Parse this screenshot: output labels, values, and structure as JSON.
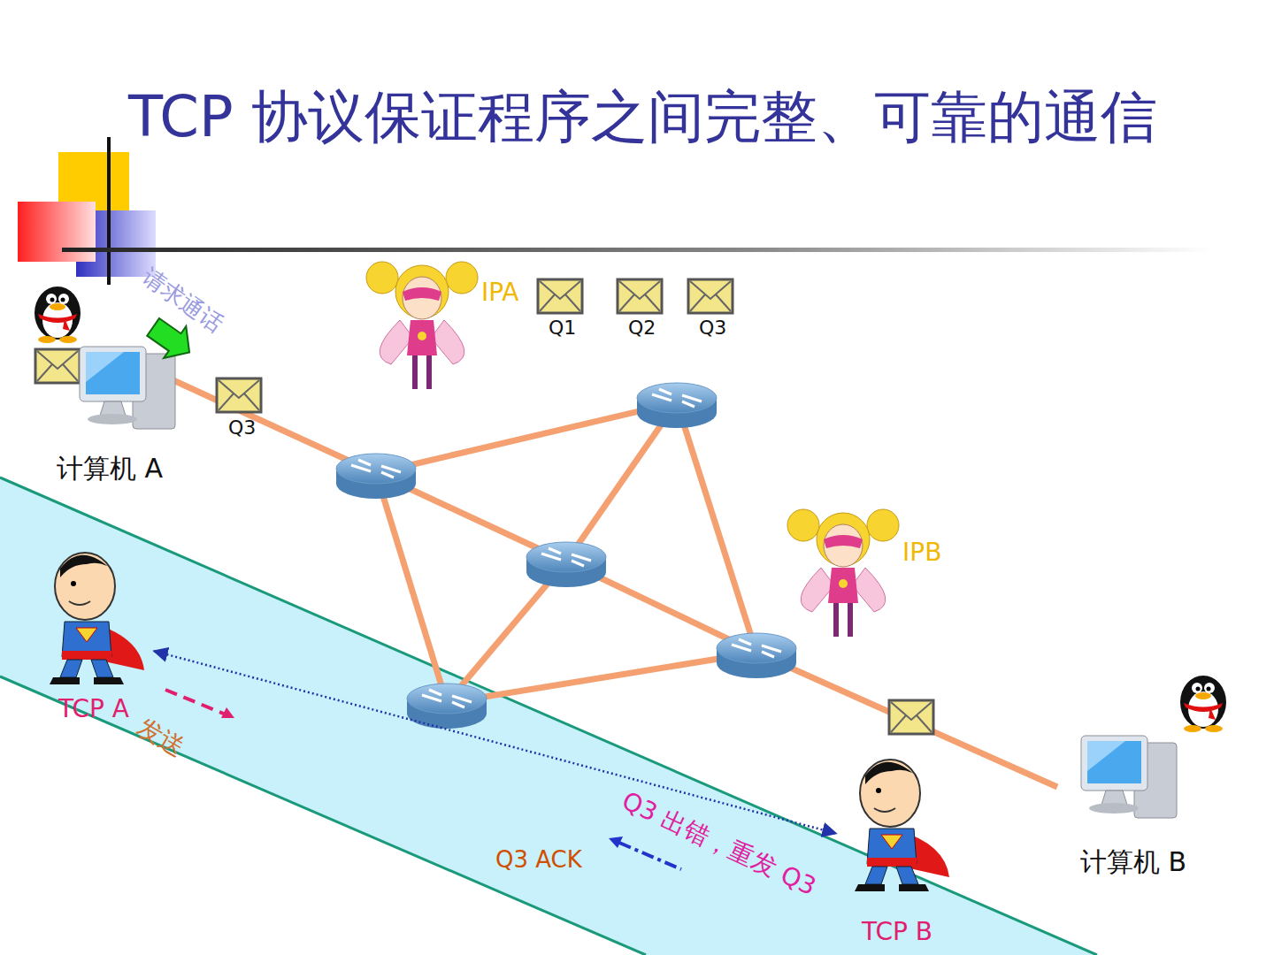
{
  "diagram": {
    "title": "TCP 协议保证程序之间完整、可靠的通信",
    "nodes": [
      {
        "text": [
          "计算机 A"
        ]
      },
      {
        "text": [
          "计算机 B"
        ]
      },
      {
        "text": [
          "TCP A"
        ]
      },
      {
        "text": [
          "TCP B"
        ]
      }
    ],
    "edges": [
      {
        "from": 2,
        "to": 3,
        "arrow": "both"
      }
    ],
    "labels": [
      "请求通话",
      "IPA",
      "Q1",
      "Q2",
      "Q3",
      "Q3",
      "IPB",
      "发送",
      "Q3 出错，重发 Q3",
      "Q3 ACK"
    ]
  }
}
